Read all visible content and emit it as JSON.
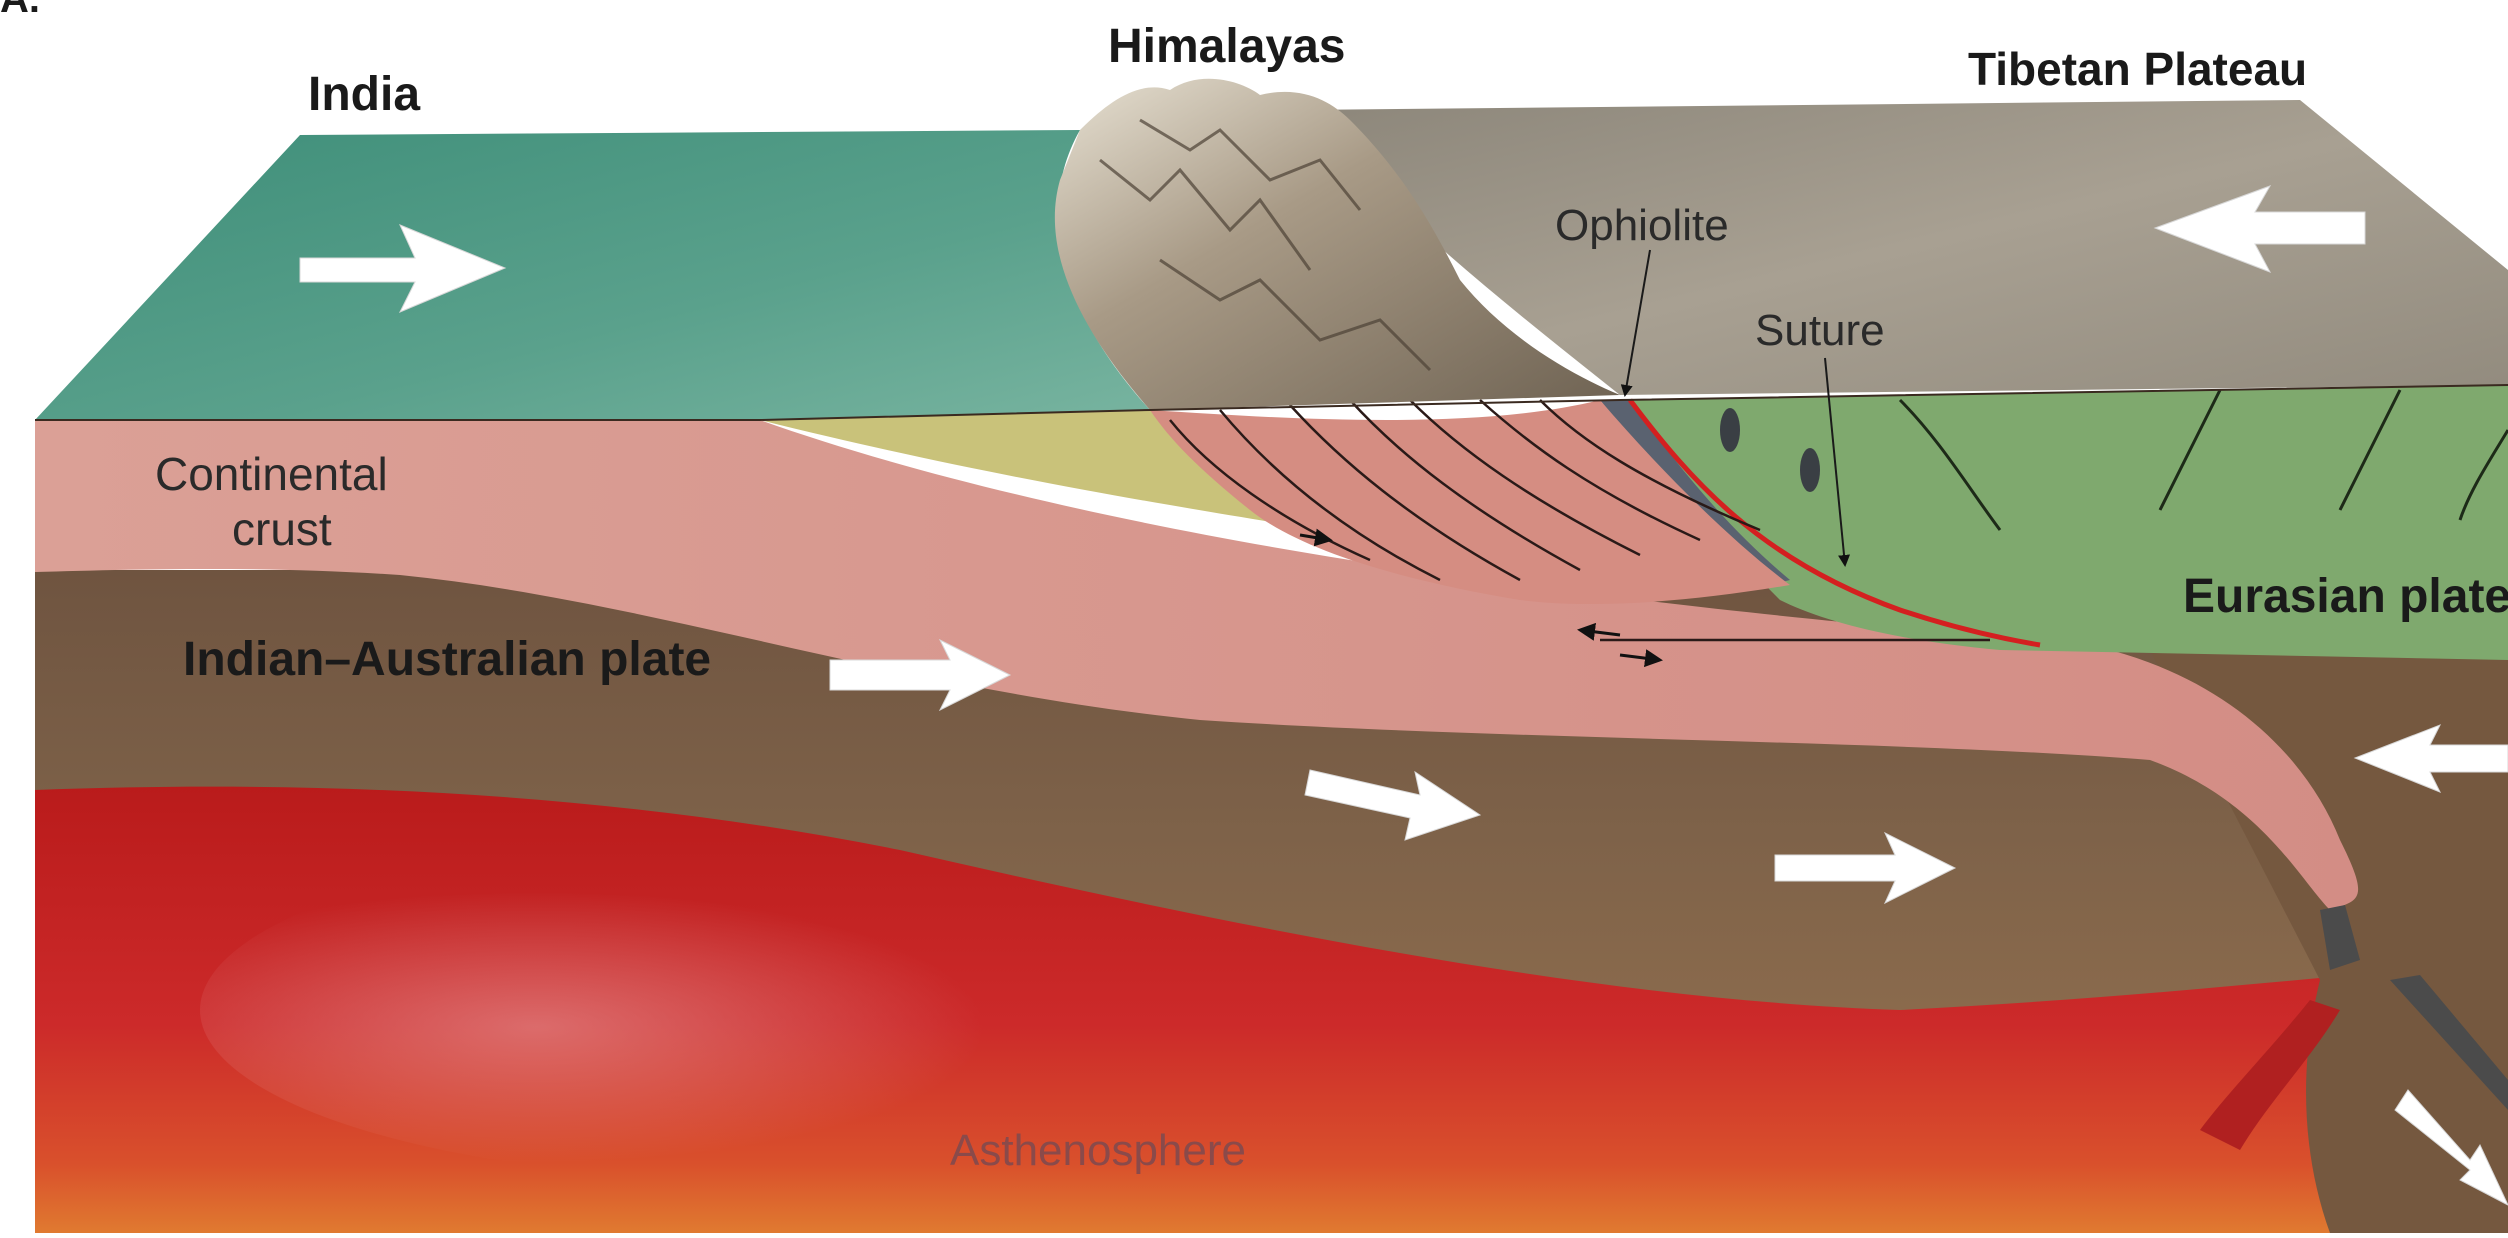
{
  "figure": {
    "panel_label": "A."
  },
  "labels": {
    "india": "India",
    "himalayas": "Himalayas",
    "tibetan_plateau": "Tibetan Plateau",
    "ophiolite": "Ophiolite",
    "suture": "Suture",
    "continental_crust_line1": "Continental",
    "continental_crust_line2": "crust",
    "indian_australian_plate": "Indian–Australian plate",
    "eurasian_plate": "Eurasian plate",
    "asthenosphere": "Asthenosphere"
  },
  "colors": {
    "india_surface": "#4f9a86",
    "tibet_surface": "#9a9284",
    "continental_crust": "#d9948a",
    "eurasian_block": "#7faa6e",
    "lithosphere": "#7d6048",
    "asthenosphere": "#c21e1e",
    "sediment_wedge": "#c9c27a",
    "suture_line": "#d42020",
    "ophiolite_band": "#5a6270"
  }
}
